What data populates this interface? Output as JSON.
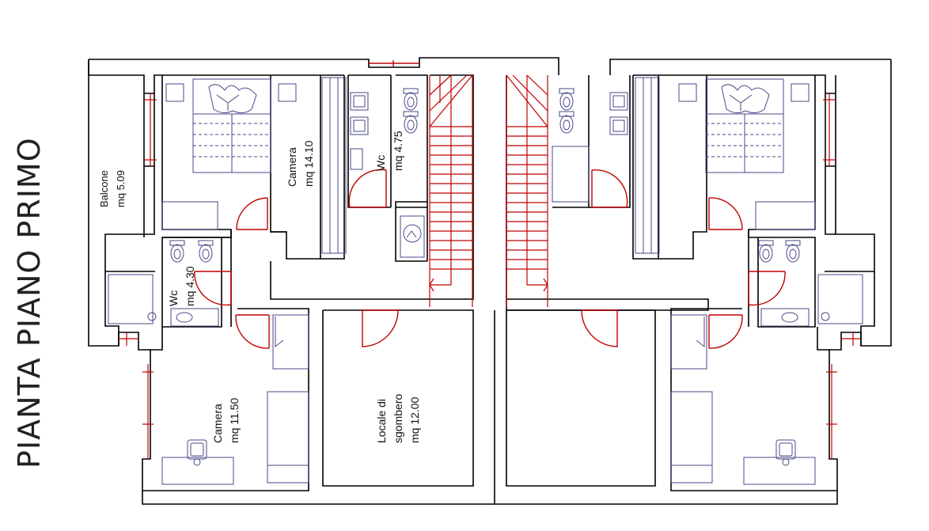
{
  "title": "PIANTA PIANO PRIMO",
  "rooms": {
    "balcone": {
      "name": "Balcone",
      "area": "mq 5.09"
    },
    "camera_1": {
      "name": "Camera",
      "area": "mq 14.10"
    },
    "wc_1": {
      "name": "Wc",
      "area": "mq 4.75"
    },
    "wc_2": {
      "name": "Wc",
      "area": "mq 4.30"
    },
    "camera_2": {
      "name": "Camera",
      "area": "mq 11.50"
    },
    "locale": {
      "name_line1": "Locale di",
      "name_line2": "sgombero",
      "area": "mq 12.00"
    }
  },
  "colors": {
    "walls": "#000000",
    "doors": "#c00000",
    "furniture": "#4a4a8a",
    "background": "#ffffff"
  }
}
